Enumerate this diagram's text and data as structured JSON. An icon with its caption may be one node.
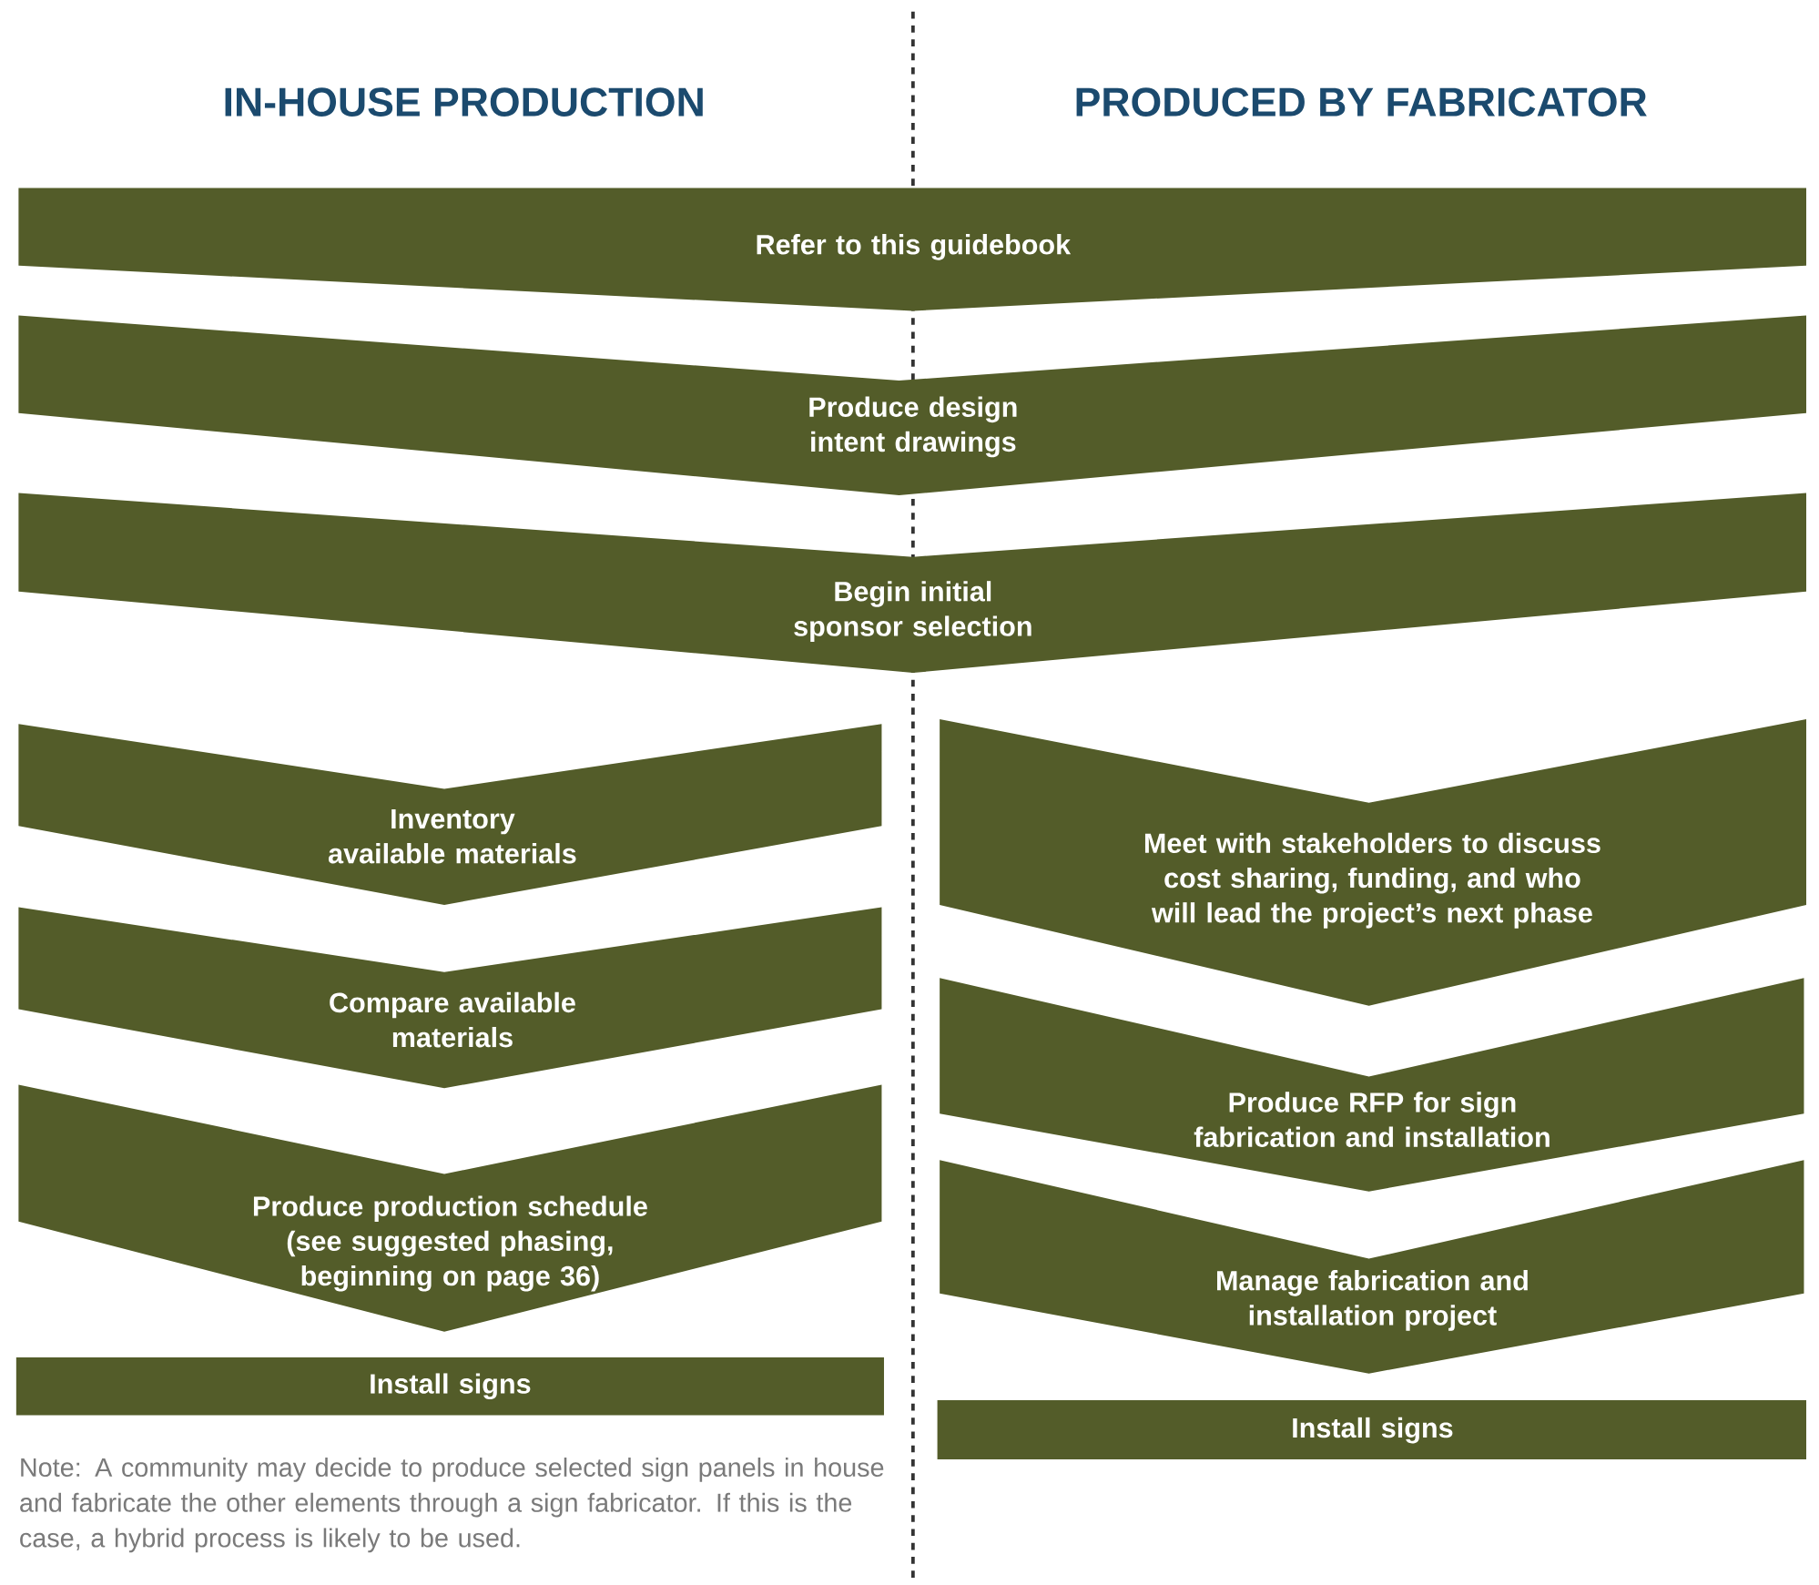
{
  "diagram": {
    "nodes": [
      {
        "text": [
          "Refer to this guidebook"
        ]
      },
      {
        "text": [
          "Produce design intent drawings"
        ]
      },
      {
        "text": [
          "Begin initial sponsor selection"
        ]
      },
      {
        "text": [
          "Inventory available materials"
        ]
      },
      {
        "text": [
          "Compare available materials"
        ]
      },
      {
        "text": [
          "Produce production schedule (see suggested phasing, beginning on page 36)"
        ]
      },
      {
        "text": [
          "Install signs"
        ]
      },
      {
        "text": [
          "Meet with stakeholders to discuss cost sharing, funding, and who will lead the project’s next phase"
        ]
      },
      {
        "text": [
          "Produce RFP for sign fabrication and installation"
        ]
      },
      {
        "text": [
          "Manage fabrication and installation project"
        ]
      },
      {
        "text": [
          "Install signs"
        ]
      }
    ],
    "labels": [
      "IN-HOUSE PRODUCTION",
      "PRODUCED BY FABRICATOR",
      "Note: A community may decide to produce selected sign panels in house and fabricate the other elements through a sign fabricator. If this is the case, a hybrid process is likely to be used."
    ]
  }
}
